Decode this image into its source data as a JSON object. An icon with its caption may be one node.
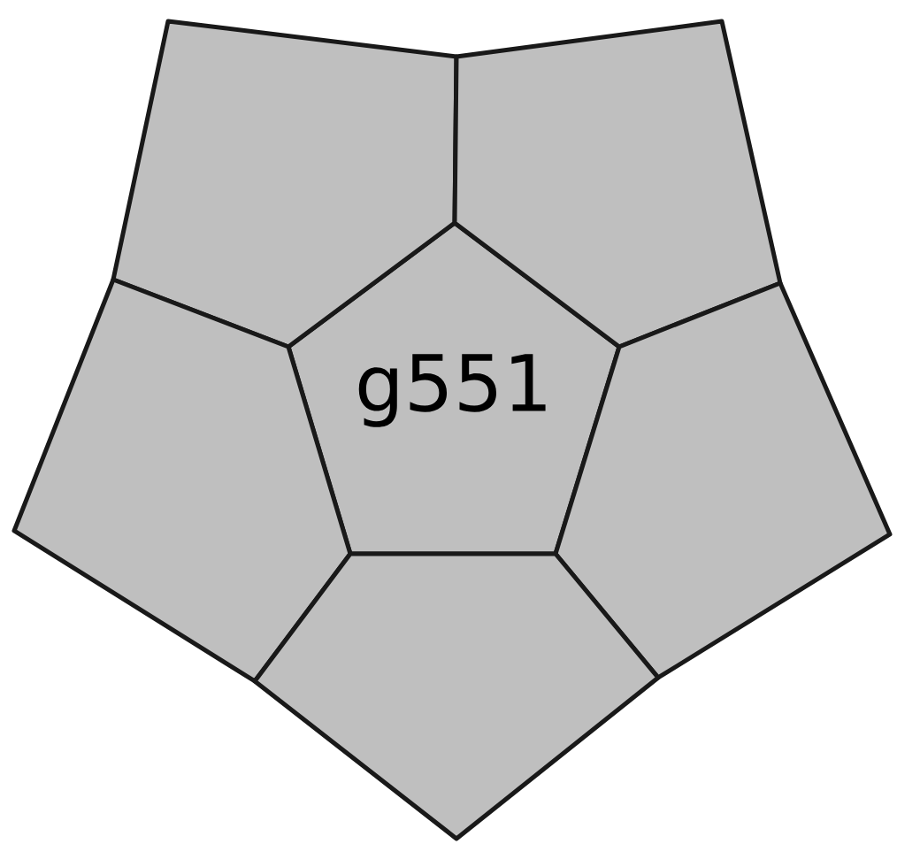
{
  "diagram": {
    "nodes": [
      {
        "text": [
          "g551"
        ]
      },
      {
        "text": [],
        "shape": "box"
      },
      {
        "text": [],
        "shape": "box"
      },
      {
        "text": [],
        "shape": "box"
      },
      {
        "text": [],
        "shape": "box"
      },
      {
        "text": [],
        "shape": "box"
      }
    ]
  }
}
